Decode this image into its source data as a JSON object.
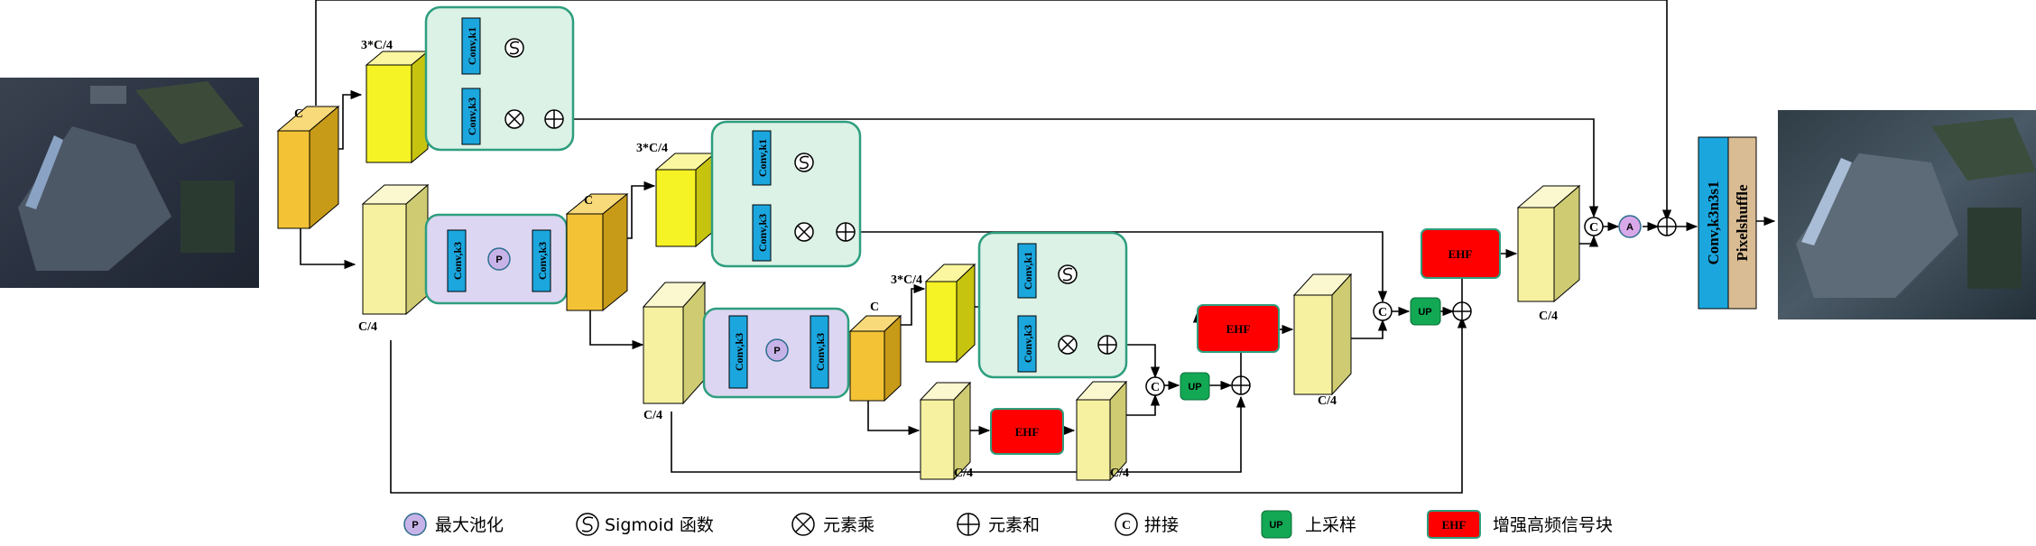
{
  "labels": {
    "c": "C",
    "c_three_quarter": "3*C/4",
    "c_quarter": "C/4",
    "conv_k1": "Conv,k1",
    "conv_k3": "Conv,k3",
    "ehf": "EHF",
    "up": "UP",
    "pool_p": "P",
    "concat_c": "C",
    "attn_a": "A",
    "final_conv": "Conv,k3n3s1",
    "pixelshuffle": "Pixelshuffle"
  },
  "legend": {
    "maxpool": "最大池化",
    "sigmoid": "Sigmoid 函数",
    "elem_mul": "元素乘",
    "elem_add": "元素和",
    "concat": "拼接",
    "upsample": "上采样",
    "ehf_block": "增强高频信号块"
  },
  "colors": {
    "feature_orange": "#F3C335",
    "feature_yellow": "#F5F225",
    "feature_pale": "#F5F1A0",
    "attention_box": "#DCF2E6",
    "attention_border": "#2E9E7E",
    "pool_box": "#DCD6F2",
    "conv_blue": "#1BA6DE",
    "ehf_red": "#FF0000",
    "up_green": "#12A854",
    "pixelshuffle_tan": "#D9BC93",
    "pool_circle": "#C7B3E8",
    "attn_circle": "#D9A8E8"
  }
}
